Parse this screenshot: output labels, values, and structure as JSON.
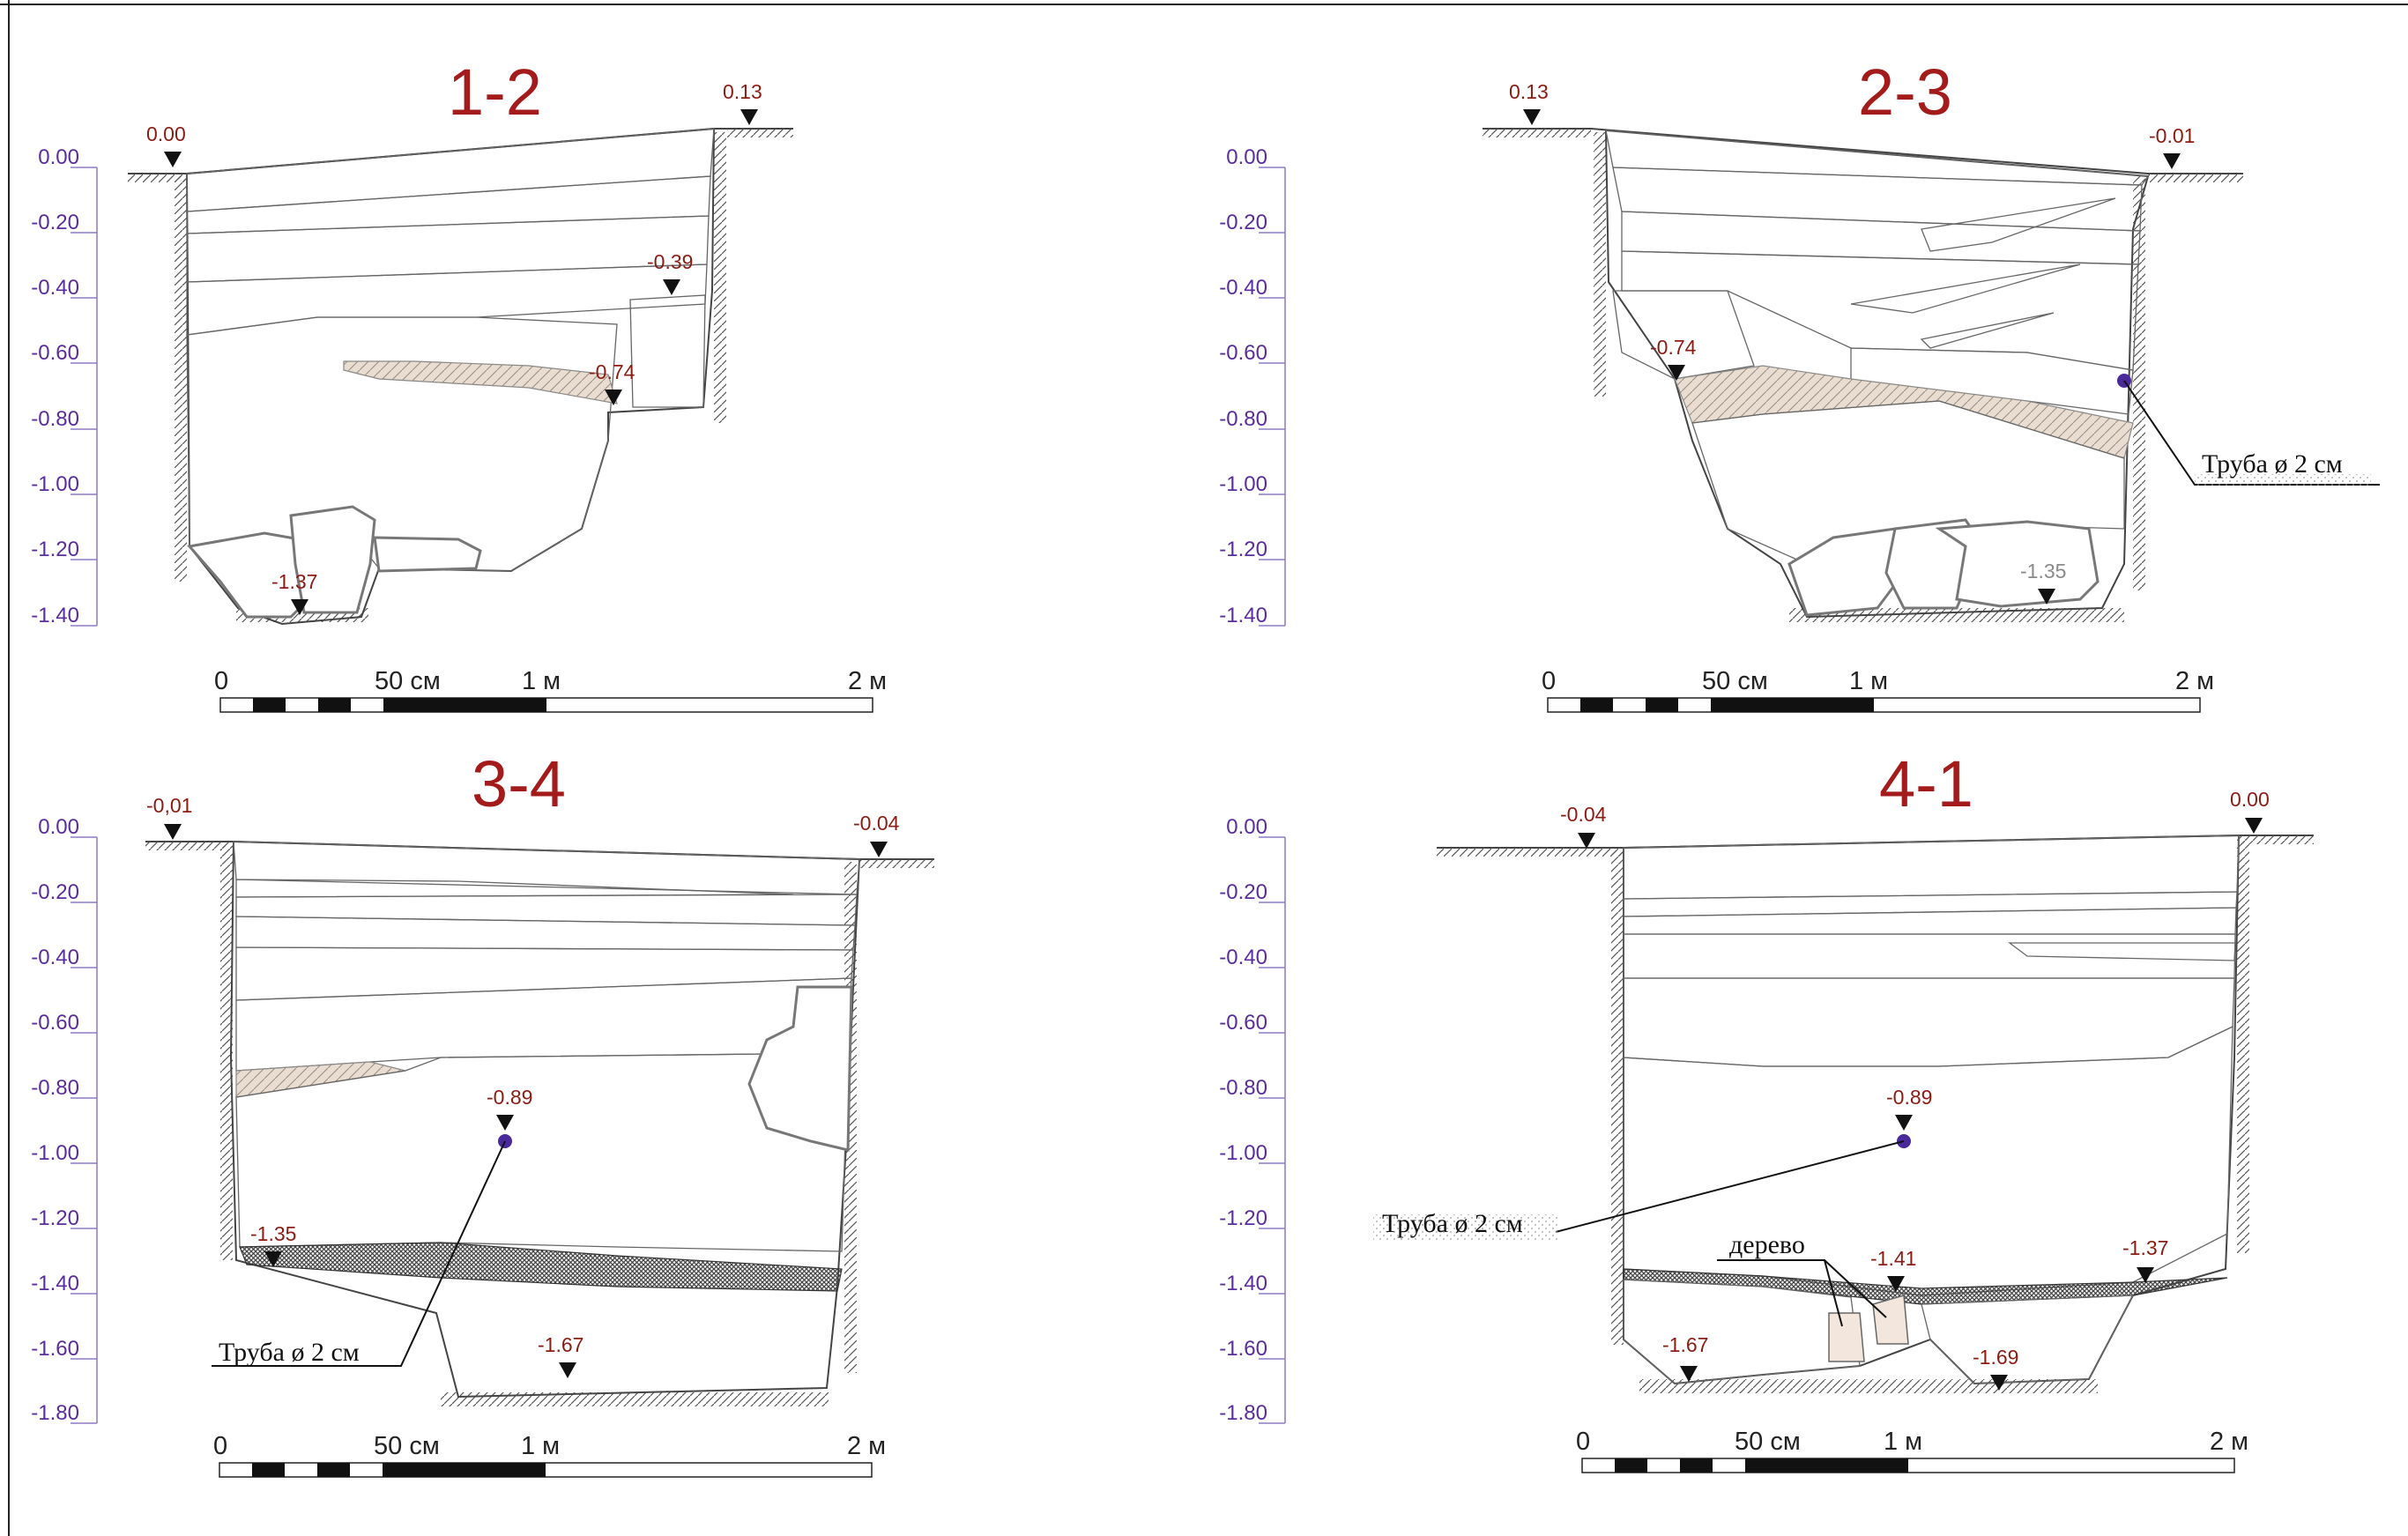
{
  "sections": [
    {
      "id": "s12",
      "title": "1-2",
      "ruler": [
        "0.00",
        "-0.20",
        "-0.40",
        "-0.60",
        "-0.80",
        "-1.00",
        "-1.20",
        "-1.40"
      ],
      "marks": [
        "0.00",
        "0.13",
        "-0.39",
        "-0.74",
        "-1.37"
      ],
      "scale": [
        "0",
        "50 см",
        "1 м",
        "2 м"
      ]
    },
    {
      "id": "s23",
      "title": "2-3",
      "ruler": [
        "0.00",
        "-0.20",
        "-0.40",
        "-0.60",
        "-0.80",
        "-1.00",
        "-1.20",
        "-1.40"
      ],
      "marks": [
        "0.13",
        "-0.01",
        "-0.74",
        "-1.35"
      ],
      "note": "Труба ø 2 см",
      "scale": [
        "0",
        "50 см",
        "1 м",
        "2 м"
      ]
    },
    {
      "id": "s34",
      "title": "3-4",
      "ruler": [
        "0.00",
        "-0.20",
        "-0.40",
        "-0.60",
        "-0.80",
        "-1.00",
        "-1.20",
        "-1.40",
        "-1.60",
        "-1.80"
      ],
      "marks": [
        "-0,01",
        "-0.04",
        "-0.89",
        "-1.35",
        "-1.67"
      ],
      "note": "Труба ø 2 см",
      "scale": [
        "0",
        "50 см",
        "1 м",
        "2 м"
      ]
    },
    {
      "id": "s41",
      "title": "4-1",
      "ruler": [
        "0.00",
        "-0.20",
        "-0.40",
        "-0.60",
        "-0.80",
        "-1.00",
        "-1.20",
        "-1.40",
        "-1.60",
        "-1.80"
      ],
      "marks": [
        "-0.04",
        "0.00",
        "-0.89",
        "-1.41",
        "-1.37",
        "-1.67",
        "-1.69"
      ],
      "notes": [
        "Труба ø 2 см",
        "дерево"
      ],
      "scale": [
        "0",
        "50 см",
        "1 м",
        "2 м"
      ]
    }
  ],
  "colors": {
    "title": "#a31b1b",
    "marks": "#8b1c14",
    "ruler": "#5a2d9c",
    "pipe": "#4a2a9a",
    "clay": "#e8ddd0",
    "wood": "#f3e7dd"
  }
}
